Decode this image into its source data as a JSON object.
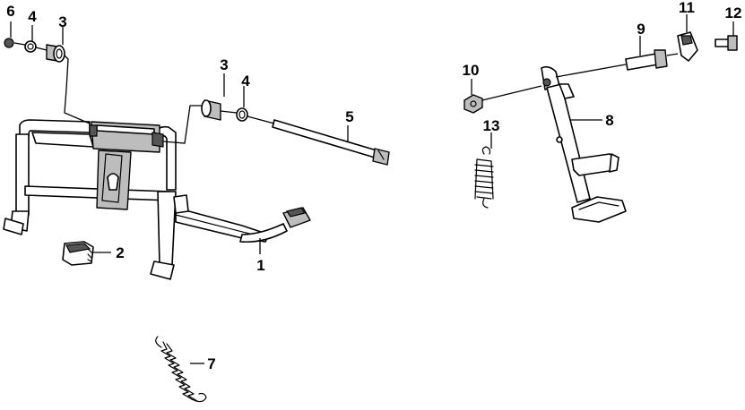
{
  "diagram": {
    "callouts": [
      {
        "id": "c1",
        "label": "1"
      },
      {
        "id": "c2",
        "label": "2"
      },
      {
        "id": "c3a",
        "label": "3"
      },
      {
        "id": "c3b",
        "label": "3"
      },
      {
        "id": "c4a",
        "label": "4"
      },
      {
        "id": "c4b",
        "label": "4"
      },
      {
        "id": "c5",
        "label": "5"
      },
      {
        "id": "c6",
        "label": "6"
      },
      {
        "id": "c7",
        "label": "7"
      },
      {
        "id": "c8",
        "label": "8"
      },
      {
        "id": "c9",
        "label": "9"
      },
      {
        "id": "c10",
        "label": "10"
      },
      {
        "id": "c11",
        "label": "11"
      },
      {
        "id": "c12",
        "label": "12"
      },
      {
        "id": "c13",
        "label": "13"
      }
    ]
  }
}
